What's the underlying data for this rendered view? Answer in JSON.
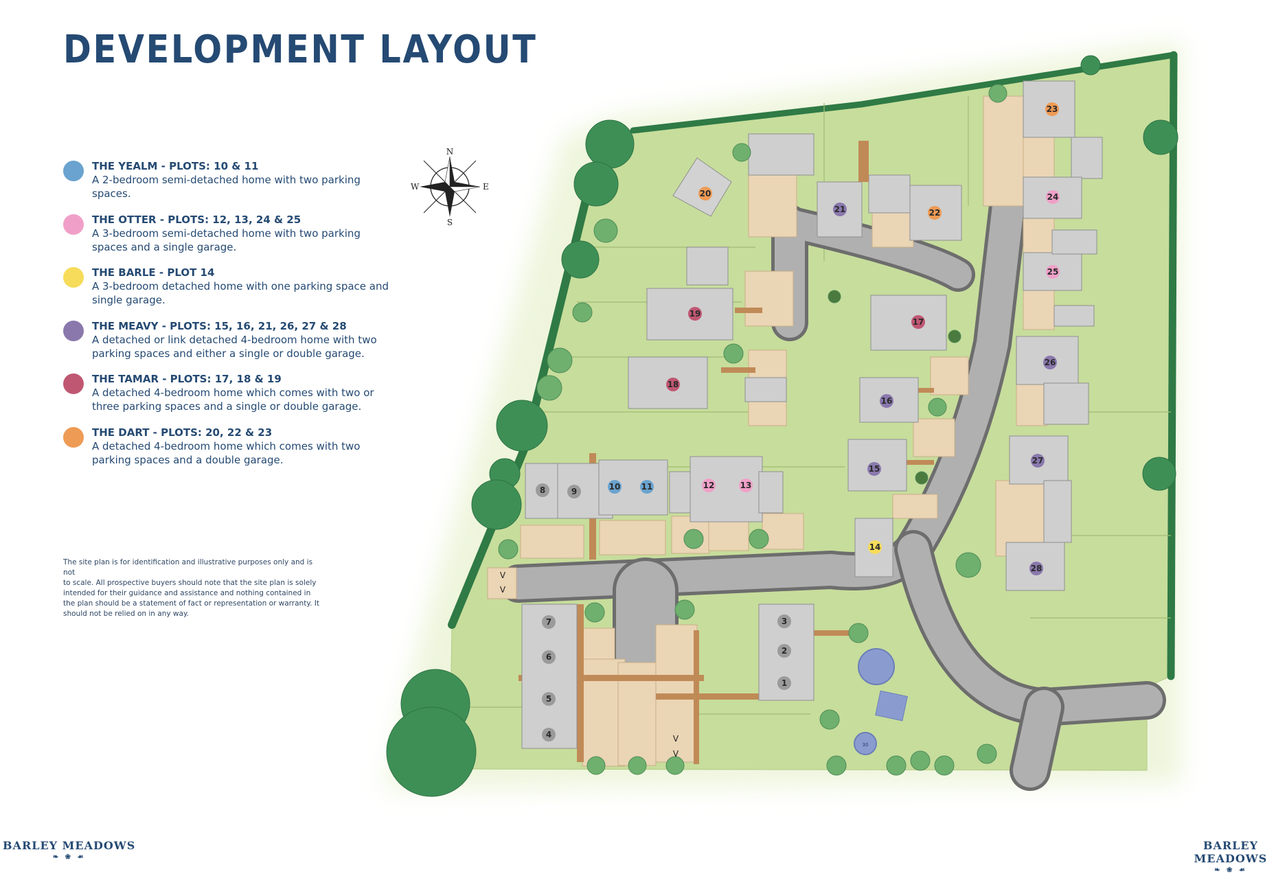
{
  "title": "DEVELOPMENT LAYOUT",
  "compass": {
    "n": "N",
    "s": "S",
    "e": "E",
    "w": "W"
  },
  "legend": [
    {
      "title": "THE YEALM - PLOTS: 10 & 11",
      "desc1": "A 2-bedroom semi-detached home with two parking",
      "desc2": "spaces.",
      "color": "#6aa3cf"
    },
    {
      "title": "THE OTTER - PLOTS: 12, 13, 24 & 25",
      "desc1": "A 3-bedroom semi-detached home with two parking",
      "desc2": "spaces and a single garage.",
      "color": "#f0a0c8"
    },
    {
      "title": "THE BARLE - PLOT 14",
      "desc1": "A 3-bedroom detached home with one parking space and",
      "desc2": "single garage.",
      "color": "#f6dc5a"
    },
    {
      "title": "THE MEAVY - PLOTS:  15, 16, 21, 26, 27 & 28",
      "desc1": "A detached or link detached 4-bedroom home with two",
      "desc2": "parking spaces and either a single or double garage.",
      "color": "#8a78ad"
    },
    {
      "title": "THE TAMAR - PLOTS:  17, 18 & 19",
      "desc1": "A detached 4-bedroom home which comes with two or",
      "desc2": "three parking spaces and a single or double garage.",
      "color": "#c05772"
    },
    {
      "title": "THE DART - PLOTS:  20, 22 & 23",
      "desc1": "A detached 4-bedroom home which comes with two",
      "desc2": "parking spaces and a double garage.",
      "color": "#ee9b55"
    }
  ],
  "disclaimer": {
    "l1": "The site plan is for identification and illustrative purposes only and is not",
    "l2": "to scale.  All prospective buyers should note that the site plan is solely",
    "l3": "intended for their guidance and assistance and nothing contained in",
    "l4": "the plan should be a statement of fact or representation or warranty. It",
    "l5": "should not be relied on in any way."
  },
  "brand": {
    "name": "BARLEY MEADOWS",
    "ornament": "❧ ❀ ☙"
  },
  "plots": [
    {
      "n": "1",
      "type": "affordable"
    },
    {
      "n": "2",
      "type": "affordable"
    },
    {
      "n": "3",
      "type": "affordable"
    },
    {
      "n": "4",
      "type": "affordable"
    },
    {
      "n": "5",
      "type": "affordable"
    },
    {
      "n": "6",
      "type": "affordable"
    },
    {
      "n": "7",
      "type": "affordable"
    },
    {
      "n": "8",
      "type": "affordable"
    },
    {
      "n": "9",
      "type": "affordable"
    },
    {
      "n": "10",
      "type": "yealm"
    },
    {
      "n": "11",
      "type": "yealm"
    },
    {
      "n": "12",
      "type": "otter"
    },
    {
      "n": "13",
      "type": "otter"
    },
    {
      "n": "14",
      "type": "barle"
    },
    {
      "n": "15",
      "type": "meavy"
    },
    {
      "n": "16",
      "type": "meavy"
    },
    {
      "n": "17",
      "type": "tamar"
    },
    {
      "n": "18",
      "type": "tamar"
    },
    {
      "n": "19",
      "type": "tamar"
    },
    {
      "n": "20",
      "type": "dart"
    },
    {
      "n": "21",
      "type": "meavy"
    },
    {
      "n": "22",
      "type": "dart"
    },
    {
      "n": "23",
      "type": "dart"
    },
    {
      "n": "24",
      "type": "otter"
    },
    {
      "n": "25",
      "type": "otter"
    },
    {
      "n": "26",
      "type": "meavy"
    },
    {
      "n": "27",
      "type": "meavy"
    },
    {
      "n": "28",
      "type": "meavy"
    }
  ],
  "colors": {
    "yealm": "#6aa3cf",
    "otter": "#f0a0c8",
    "barle": "#f6dc5a",
    "meavy": "#8a78ad",
    "tamar": "#c05772",
    "dart": "#ee9b55",
    "affordable": "#9b9b9b",
    "grass": "#c7dd9c",
    "hedge": "#2f7a45",
    "road": "#a9a9a9",
    "paving": "#ead5b5",
    "title": "#254a73"
  },
  "visitor_markers": {
    "m1": "V",
    "m2": "V",
    "m3": "V",
    "m4": "V"
  },
  "play_area_label": "30"
}
